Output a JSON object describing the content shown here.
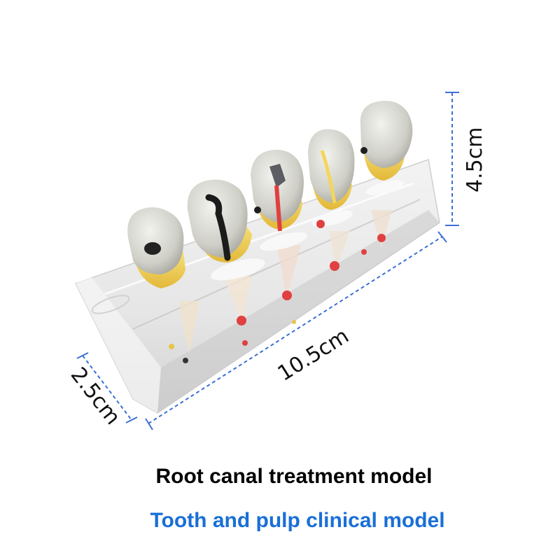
{
  "dimensions": {
    "height_label": "4.5cm",
    "length_label": "10.5cm",
    "depth_label": "2.5cm"
  },
  "captions": {
    "title": "Root canal treatment model",
    "subtitle": "Tooth and pulp clinical model"
  },
  "colors": {
    "title": "#000000",
    "subtitle": "#1a6fd6",
    "dimension_line": "#3b6fd6",
    "pulp": "#e04040",
    "enamel": "#d9d9d3",
    "dentin": "#e8c84a",
    "caries": "#222222"
  }
}
